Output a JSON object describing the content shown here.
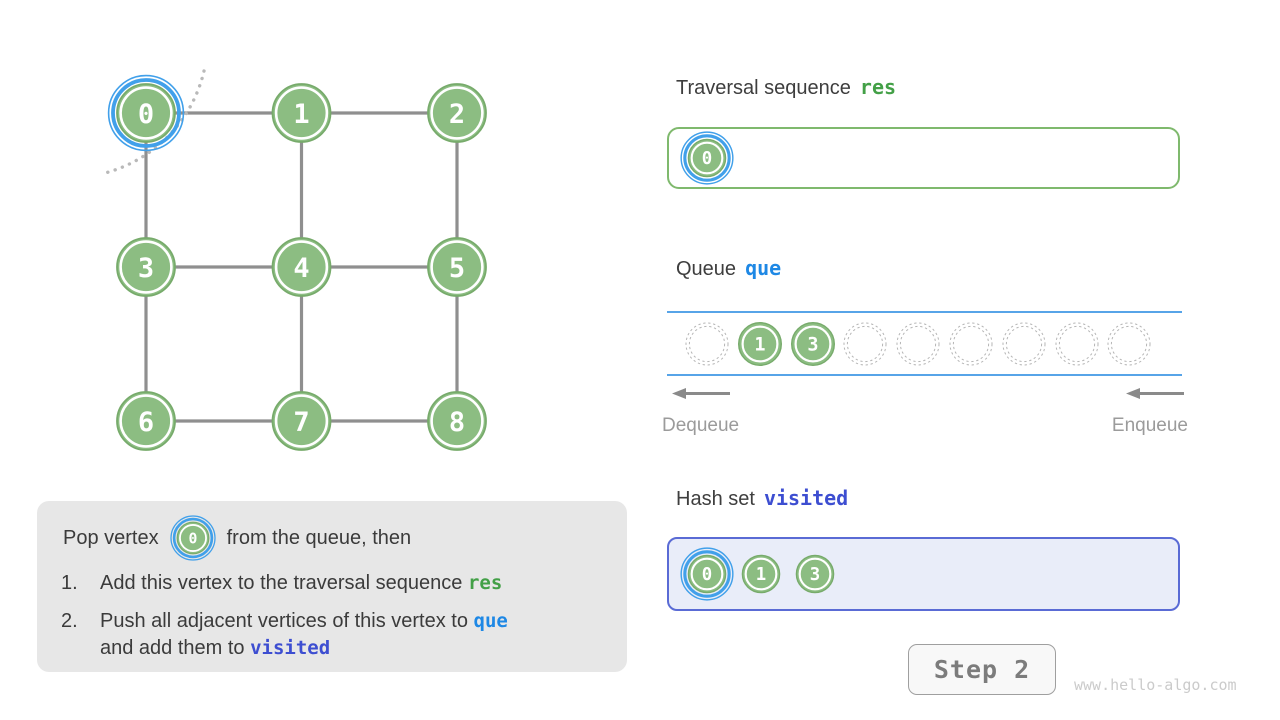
{
  "colors": {
    "vertex_green": "#8cbd82",
    "vertex_green_edge": "#77ab6b",
    "highlight_blue": "#41a0ea",
    "edge_gray": "#8f8f8f",
    "arc_gray": "#b9b9b9",
    "res_green": "#43a047",
    "que_blue": "#1e88e5",
    "visited_indigo": "#3d4ed1",
    "queue_line_blue": "#57a4e8",
    "res_box_border": "#7fb96d",
    "visited_box_border": "#5a6bd5",
    "visited_box_bg": "#e9edf9",
    "explanation_bg": "#e7e7e7",
    "text_dark": "#3e3e3e",
    "muted_gray": "#9b9b9b",
    "step_gray": "#7c7c7c",
    "watermark_gray": "#cbcbcb",
    "dotted_slot_gray": "#b5b5b5"
  },
  "graph": {
    "vertices": [
      {
        "label": "0",
        "highlighted": true
      },
      {
        "label": "1",
        "highlighted": false
      },
      {
        "label": "2",
        "highlighted": false
      },
      {
        "label": "3",
        "highlighted": false
      },
      {
        "label": "4",
        "highlighted": false
      },
      {
        "label": "5",
        "highlighted": false
      },
      {
        "label": "6",
        "highlighted": false
      },
      {
        "label": "7",
        "highlighted": false
      },
      {
        "label": "8",
        "highlighted": false
      }
    ],
    "edges": [
      [
        0,
        1
      ],
      [
        1,
        2
      ],
      [
        3,
        4
      ],
      [
        4,
        5
      ],
      [
        6,
        7
      ],
      [
        7,
        8
      ],
      [
        0,
        3
      ],
      [
        3,
        6
      ],
      [
        1,
        4
      ],
      [
        4,
        7
      ],
      [
        2,
        5
      ],
      [
        5,
        8
      ]
    ]
  },
  "explanation": {
    "intro_before": "Pop vertex",
    "intro_vertex": {
      "label": "0",
      "highlighted": true
    },
    "intro_after": "from the queue, then",
    "items": [
      {
        "number": "1.",
        "segments": [
          {
            "text": "Add this vertex to the traversal sequence "
          },
          {
            "code": "res",
            "color_ref": "res_green"
          }
        ]
      },
      {
        "number": "2.",
        "segments": [
          {
            "text": "Push all adjacent vertices of this vertex to "
          },
          {
            "code": "que",
            "color_ref": "que_blue"
          },
          {
            "break": true
          },
          {
            "text": "and add them to "
          },
          {
            "code": "visited",
            "color_ref": "visited_indigo"
          }
        ]
      }
    ]
  },
  "sections": {
    "res": {
      "title": "Traversal sequence",
      "code": "res",
      "items": [
        {
          "label": "0",
          "highlighted": true
        }
      ]
    },
    "queue": {
      "title": "Queue",
      "code": "que",
      "slots": [
        null,
        "1",
        "3",
        null,
        null,
        null,
        null,
        null,
        null
      ],
      "dequeue_label": "Dequeue",
      "enqueue_label": "Enqueue"
    },
    "visited": {
      "title": "Hash set",
      "code": "visited",
      "items": [
        {
          "label": "0",
          "highlighted": true
        },
        {
          "label": "1",
          "highlighted": false
        },
        {
          "label": "3",
          "highlighted": false
        }
      ]
    }
  },
  "footer": {
    "step_label": "Step 2",
    "watermark": "www.hello-algo.com"
  }
}
